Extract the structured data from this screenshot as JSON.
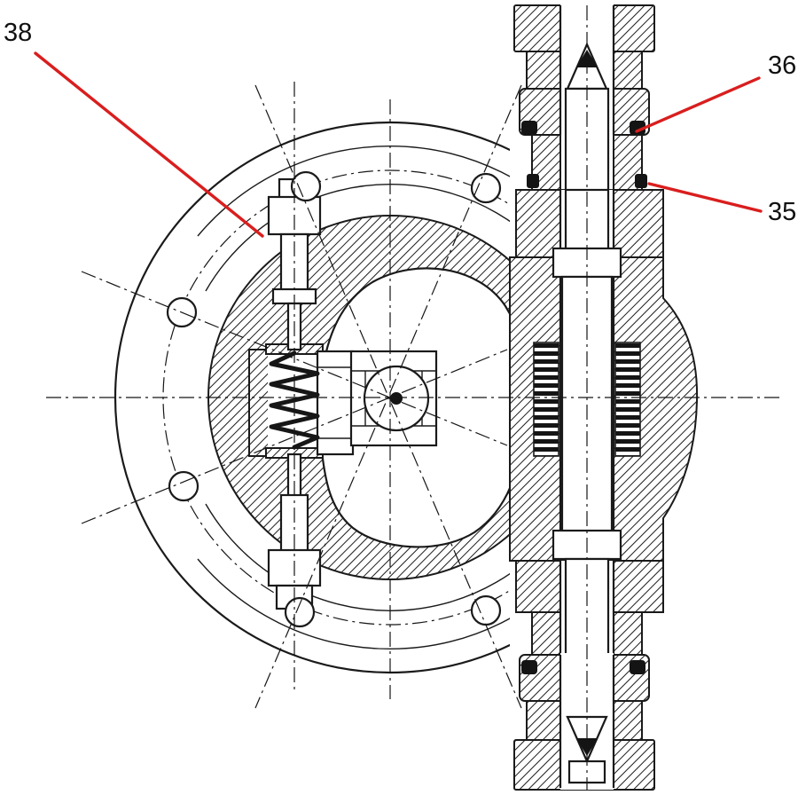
{
  "colors": {
    "leader_red": "#d91e1e",
    "ink": "#1a1a1a",
    "paper": "#ffffff"
  },
  "callouts": [
    {
      "id": "38",
      "label": "38"
    },
    {
      "id": "36",
      "label": "36"
    },
    {
      "id": "35",
      "label": "35"
    }
  ]
}
